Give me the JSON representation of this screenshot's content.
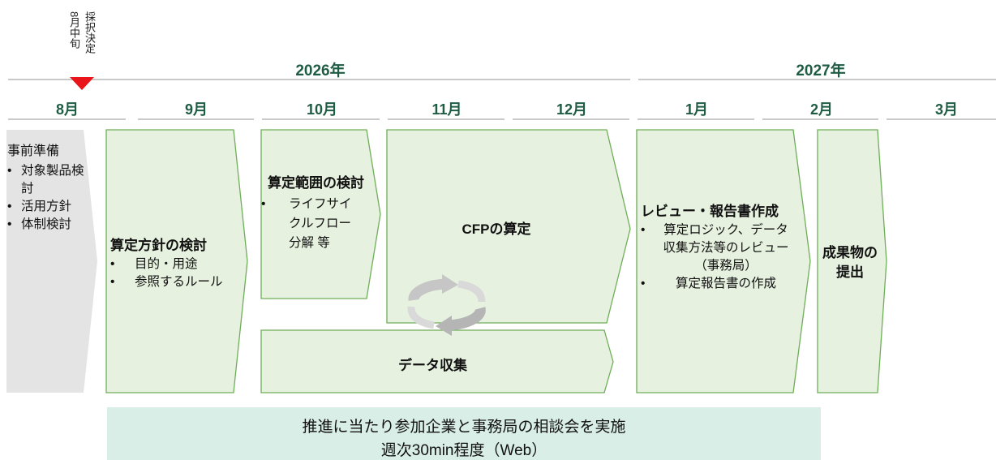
{
  "adoption": {
    "month": "8月中旬",
    "label": "採択決定"
  },
  "years": {
    "y2026": "2026年",
    "y2027": "2027年"
  },
  "months": [
    "8月",
    "9月",
    "10月",
    "11月",
    "12月",
    "1月",
    "2月",
    "3月"
  ],
  "phases": {
    "prep": {
      "title": "事前準備",
      "items": [
        "対象製品検討",
        "活用方針",
        "体制検討"
      ]
    },
    "policy": {
      "title": "算定方針の検討",
      "items": [
        "目的・用途",
        "参照するルール"
      ]
    },
    "scope": {
      "title": "算定範囲の検討",
      "items": [
        "ライフサイクルフロー分解 等"
      ]
    },
    "cfp": {
      "title": "CFPの算定"
    },
    "data": {
      "title": "データ収集"
    },
    "review": {
      "title": "レビュー・報告書作成",
      "items": [
        "算定ロジック、データ収集方法等のレビュー（事務局）",
        "算定報告書の作成"
      ]
    },
    "deliver": {
      "title": "成果物の提出"
    }
  },
  "consult": {
    "line1": "推進に当たり参加企業と事務局の相談会を実施",
    "line2": "週次30min程度（Web）"
  },
  "colors": {
    "year_text": "#1f5c44",
    "phase_fill": "#e6f1df",
    "phase_stroke": "#6fae59",
    "prep_fill": "#e4e4e4",
    "consult_fill": "#d9eee6",
    "marker": "#e8151b"
  },
  "icons": {
    "cycle": "cycle-arrows-icon",
    "marker": "triangle-marker-icon"
  }
}
